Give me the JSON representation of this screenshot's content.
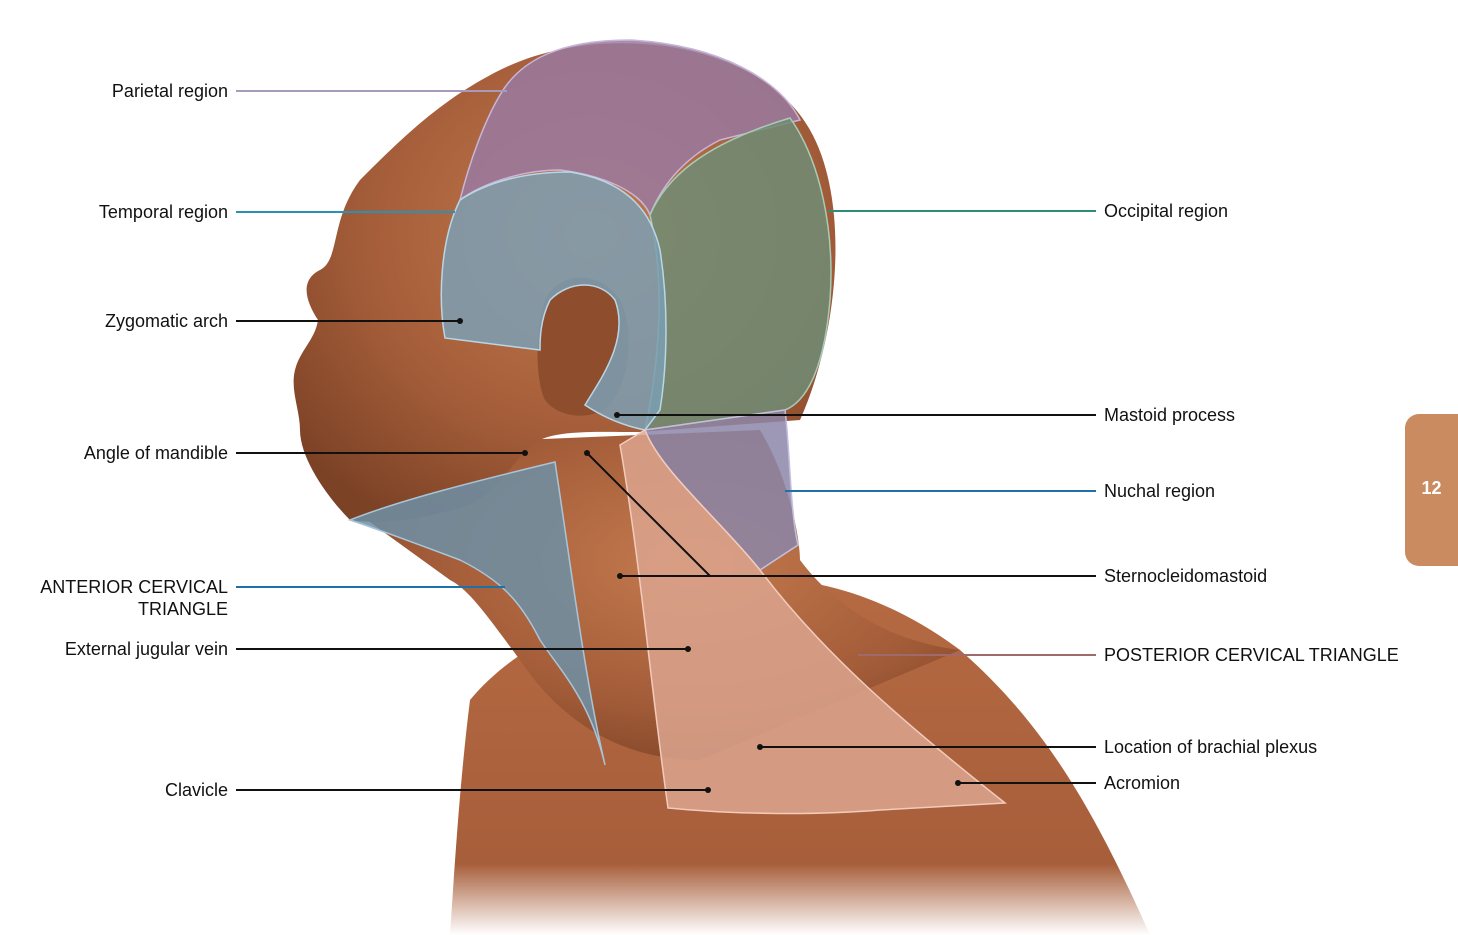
{
  "labels_left": [
    {
      "id": "parietal",
      "text": "Parietal region",
      "color": "#a79bbd"
    },
    {
      "id": "temporal",
      "text": "Temporal region",
      "color": "#2e8fb5"
    },
    {
      "id": "zygomatic",
      "text": "Zygomatic arch",
      "color": "#111111"
    },
    {
      "id": "mandible",
      "text": "Angle of mandible",
      "color": "#111111"
    },
    {
      "id": "anterior",
      "text": "ANTERIOR CERVICAL\nTRIANGLE",
      "color": "#1f6fa8"
    },
    {
      "id": "jugular",
      "text": "External jugular vein",
      "color": "#111111"
    },
    {
      "id": "clavicle",
      "text": "Clavicle",
      "color": "#111111"
    }
  ],
  "labels_right": [
    {
      "id": "occipital",
      "text": "Occipital region",
      "color": "#2e8c78"
    },
    {
      "id": "mastoid",
      "text": "Mastoid process",
      "color": "#111111"
    },
    {
      "id": "nuchal",
      "text": "Nuchal region",
      "color": "#1f6fa8"
    },
    {
      "id": "sterno",
      "text": "Sternocleidomastoid",
      "color": "#111111"
    },
    {
      "id": "posterior",
      "text": "POSTERIOR CERVICAL TRIANGLE",
      "color": "#a06a6a"
    },
    {
      "id": "brachial",
      "text": "Location of brachial plexus",
      "color": "#111111"
    },
    {
      "id": "acromion",
      "text": "Acromion",
      "color": "#111111"
    }
  ],
  "chapter_tab": {
    "text": "12",
    "color": "#c98b5f"
  },
  "region_colors": {
    "skin": "#b06a45",
    "parietal": "#9a7aa0",
    "temporal": "#7d9fb3",
    "occipital": "#6f8c76",
    "nuchal": "#8c86a8",
    "anterior": "#6f8fa6",
    "posterior": "#dca48e"
  }
}
